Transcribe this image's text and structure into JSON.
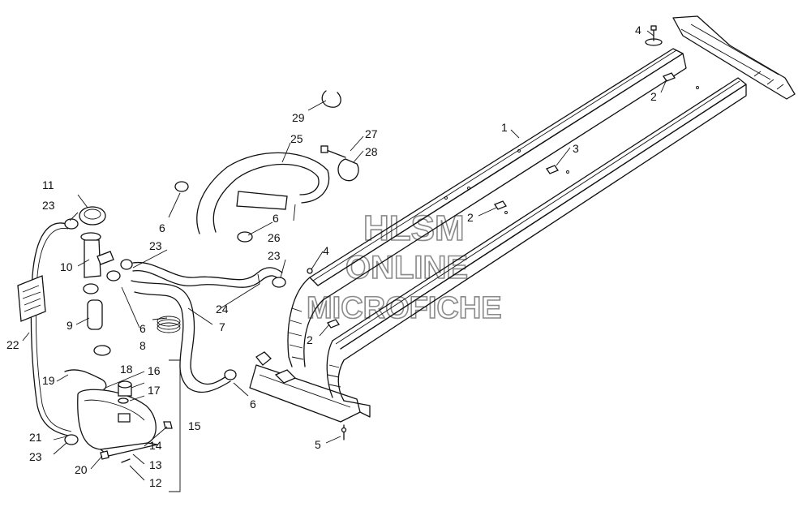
{
  "watermark": {
    "line1": "HLSM",
    "line2": "ONLINE",
    "line3": "MICROFICHE"
  },
  "callouts": [
    {
      "id": "c1",
      "text": "1"
    },
    {
      "id": "c2a",
      "text": "2"
    },
    {
      "id": "c2b",
      "text": "2"
    },
    {
      "id": "c2c",
      "text": "2"
    },
    {
      "id": "c3",
      "text": "3"
    },
    {
      "id": "c4a",
      "text": "4"
    },
    {
      "id": "c4b",
      "text": "4"
    },
    {
      "id": "c5",
      "text": "5"
    },
    {
      "id": "c6a",
      "text": "6"
    },
    {
      "id": "c6b",
      "text": "6"
    },
    {
      "id": "c6c",
      "text": "6"
    },
    {
      "id": "c6d",
      "text": "6"
    },
    {
      "id": "c7",
      "text": "7"
    },
    {
      "id": "c8",
      "text": "8"
    },
    {
      "id": "c9",
      "text": "9"
    },
    {
      "id": "c10",
      "text": "10"
    },
    {
      "id": "c11",
      "text": "11"
    },
    {
      "id": "c12",
      "text": "12"
    },
    {
      "id": "c13",
      "text": "13"
    },
    {
      "id": "c14",
      "text": "14"
    },
    {
      "id": "c15",
      "text": "15"
    },
    {
      "id": "c16",
      "text": "16"
    },
    {
      "id": "c17",
      "text": "17"
    },
    {
      "id": "c18",
      "text": "18"
    },
    {
      "id": "c19",
      "text": "19"
    },
    {
      "id": "c20",
      "text": "20"
    },
    {
      "id": "c21",
      "text": "21"
    },
    {
      "id": "c22",
      "text": "22"
    },
    {
      "id": "c23a",
      "text": "23"
    },
    {
      "id": "c23b",
      "text": "23"
    },
    {
      "id": "c23c",
      "text": "23"
    },
    {
      "id": "c23d",
      "text": "23"
    },
    {
      "id": "c24",
      "text": "24"
    },
    {
      "id": "c25",
      "text": "25"
    },
    {
      "id": "c26",
      "text": "26"
    },
    {
      "id": "c27",
      "text": "27"
    },
    {
      "id": "c28",
      "text": "28"
    },
    {
      "id": "c29",
      "text": "29"
    }
  ]
}
